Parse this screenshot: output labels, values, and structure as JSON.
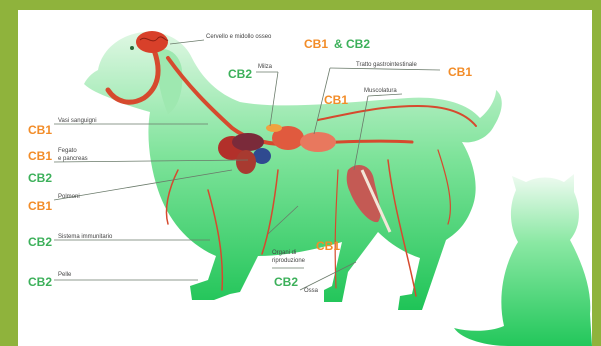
{
  "colors": {
    "frame": "#8fb33c",
    "cb1": "#f28c28",
    "cb2": "#3cb05a",
    "body_top": "#d6f5dd",
    "body_bottom": "#24c45a",
    "vessel": "#d64a2e"
  },
  "top": {
    "organ": "Cervello e midollo osseo",
    "cb1": "CB1",
    "amp": "&",
    "cb2": "CB2"
  },
  "milza": {
    "tag": "CB2",
    "label": "Milza"
  },
  "tratto": {
    "label": "Tratto gastrointestinale",
    "tag": "CB1"
  },
  "muscolatura": {
    "tag": "CB1",
    "label": "Muscolatura"
  },
  "vasi": {
    "tag": "CB1",
    "label": "Vasi sanguigni"
  },
  "fegato": {
    "tag1": "CB1",
    "label_line1": "Fegato",
    "label_line2": "e pancreas",
    "tag2": "CB2"
  },
  "polmoni": {
    "tag": "CB1",
    "label": "Polmoni"
  },
  "immunitario": {
    "tag": "CB2",
    "label": "Sistema immunitario"
  },
  "pelle": {
    "tag": "CB2",
    "label": "Pelle"
  },
  "riproduttivi": {
    "label_line1": "Organi di",
    "label_line2": "riproduzione",
    "tag": "CB1"
  },
  "ossa": {
    "tag": "CB2",
    "label": "Ossa"
  }
}
